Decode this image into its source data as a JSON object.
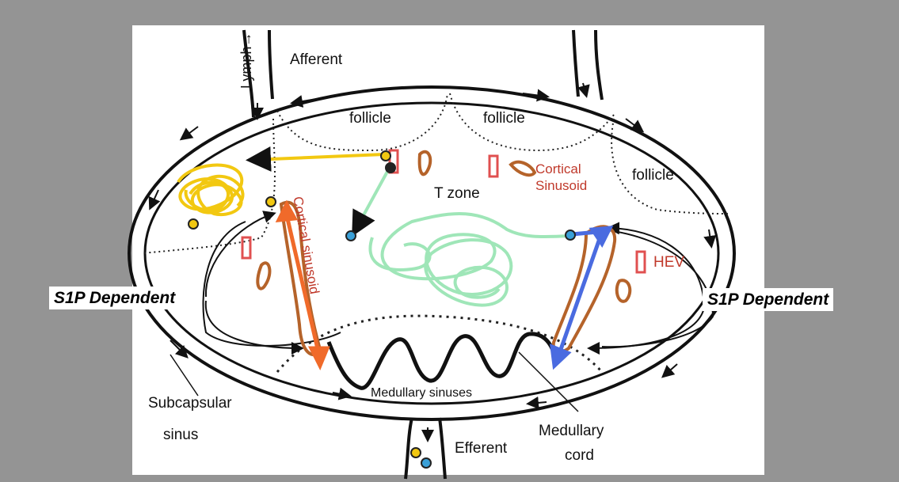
{
  "labels": {
    "lymph": "Lymph→",
    "afferent": "Afferent",
    "follicle_1": "follicle",
    "follicle_2": "follicle",
    "follicle_3": "follicle",
    "cortical_sinusoid_1": "Cortical",
    "cortical_sinusoid_2": "Sinusoid",
    "t_zone": "T zone",
    "cortical_sinusoid_vertical": "Cortical sinusoid",
    "hev": "HEV",
    "s1p_left": "S1P Dependent",
    "s1p_right": "S1P Dependent",
    "subcapsular_1": "Subcapsular",
    "subcapsular_2": "sinus",
    "medullary_sinuses": "Medullary sinuses",
    "medullary_cord_1": "Medullary",
    "medullary_cord_2": "cord",
    "efferent": "Efferent"
  },
  "colors": {
    "background": "#949494",
    "panel": "#ffffff",
    "outline": "#111111",
    "sinusoid_brown": "#b5632a",
    "hev_red": "#e05050",
    "label_red": "#c0392b",
    "yellow_path": "#f2c811",
    "green_path": "#9fe6b8",
    "orange_arrow": "#f06a2a",
    "blue_arrow": "#4a6be0",
    "cell_blue": "#3aa0d8"
  }
}
